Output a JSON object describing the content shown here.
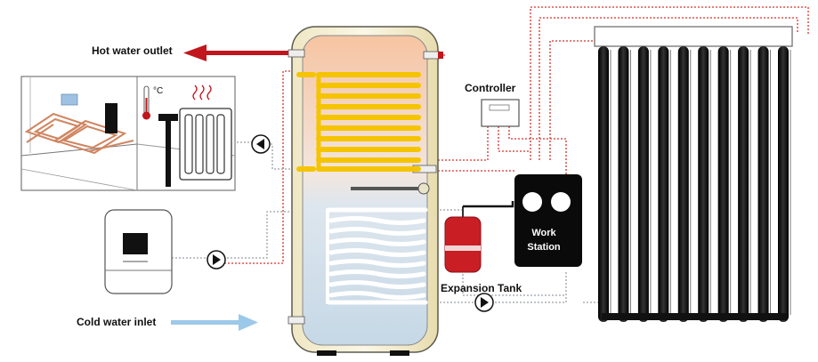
{
  "labels": {
    "hot_water_outlet": "Hot water outlet",
    "cold_water_inlet": "Cold water inlet",
    "controller": "Controller",
    "expansion_tank": "Expansion Tank",
    "work_station_line1": "Work",
    "work_station_line2": "Station",
    "temperature_unit": "°C"
  },
  "collector": {
    "tube_count": 10
  },
  "colors": {
    "hot_arrow": "#c0161c",
    "cold_arrow": "#9cc8ea",
    "tank_top": "#f6c7a6",
    "tank_bottom": "#c9dae6",
    "upper_coil": "#f5c400",
    "lower_coil": "#ffffff",
    "pipe_dotted": "#d6302a",
    "expansion_tank": "#c81e24",
    "floor_heating": "#d08560"
  },
  "icons": {
    "pump": "pump-icon",
    "thermometer": "thermometer-icon",
    "radiator": "radiator-icon",
    "heat_waves": "heat-waves-icon"
  }
}
